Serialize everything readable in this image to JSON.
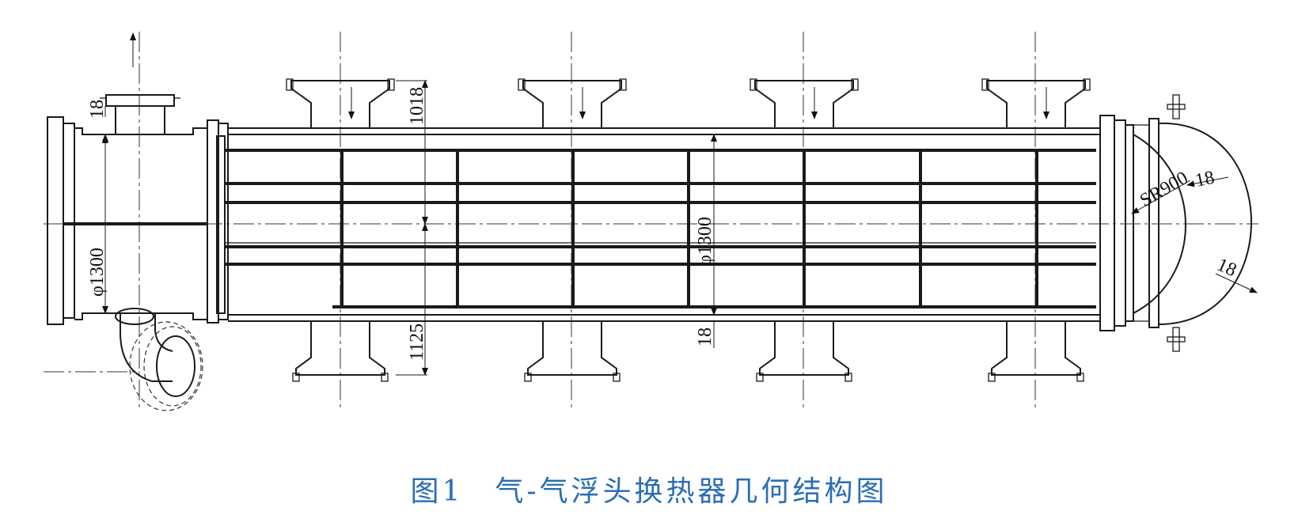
{
  "figure": {
    "caption_number": "图1",
    "caption_title": "气-气浮头换热器几何结构图"
  },
  "dimensions": {
    "top_wall_thickness": "18",
    "nozzle_height_top": "1018",
    "channel_diameter": "φ1300",
    "shell_diameter": "φ1300",
    "nozzle_height_bottom": "1125",
    "bottom_wall_thickness": "18",
    "head_radius": "SR900",
    "head_thickness_upper": "18",
    "head_thickness_lower": "18"
  },
  "colors": {
    "line": "#1a1a1a",
    "caption": "#2a6db5"
  }
}
